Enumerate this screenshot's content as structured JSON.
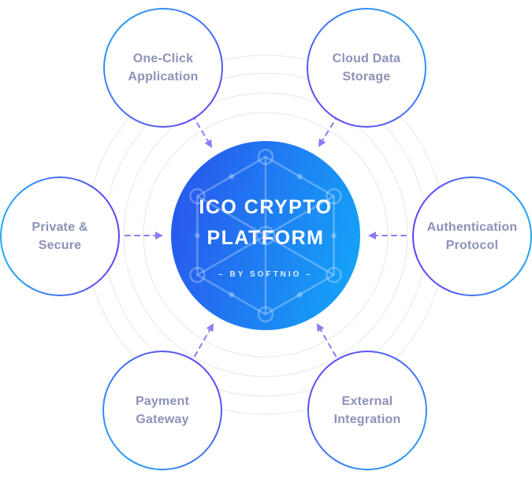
{
  "center": {
    "title_line1": "ICO CRYPTO",
    "title_line2": "PLATFORM",
    "byline": "– BY SOFTNIO –",
    "icon": "hexagon-network-icon"
  },
  "satellites": [
    {
      "id": "one-click-application",
      "line1": "One-Click",
      "line2": "Application"
    },
    {
      "id": "cloud-data-storage",
      "line1": "Cloud Data",
      "line2": "Storage"
    },
    {
      "id": "private-secure",
      "line1": "Private &",
      "line2": "Secure"
    },
    {
      "id": "authentication-protocol",
      "line1": "Authentication",
      "line2": "Protocol"
    },
    {
      "id": "payment-gateway",
      "line1": "Payment",
      "line2": "Gateway"
    },
    {
      "id": "external-integration",
      "line1": "External",
      "line2": "Integration"
    }
  ],
  "rings": {
    "count": 4
  },
  "connectors": {
    "style": "dashed-arrow",
    "direction": "inward"
  },
  "colors": {
    "center_gradient_start": "#2b52ec",
    "center_gradient_end": "#12a9f8",
    "center_text": "#ffffff",
    "ring_stroke": "#e4e7ef",
    "connector": "#8a7df8",
    "satellite_border_blue": "#1fa9f7",
    "satellite_border_purple": "#6a3cf5",
    "satellite_text": "#8d92b8"
  }
}
